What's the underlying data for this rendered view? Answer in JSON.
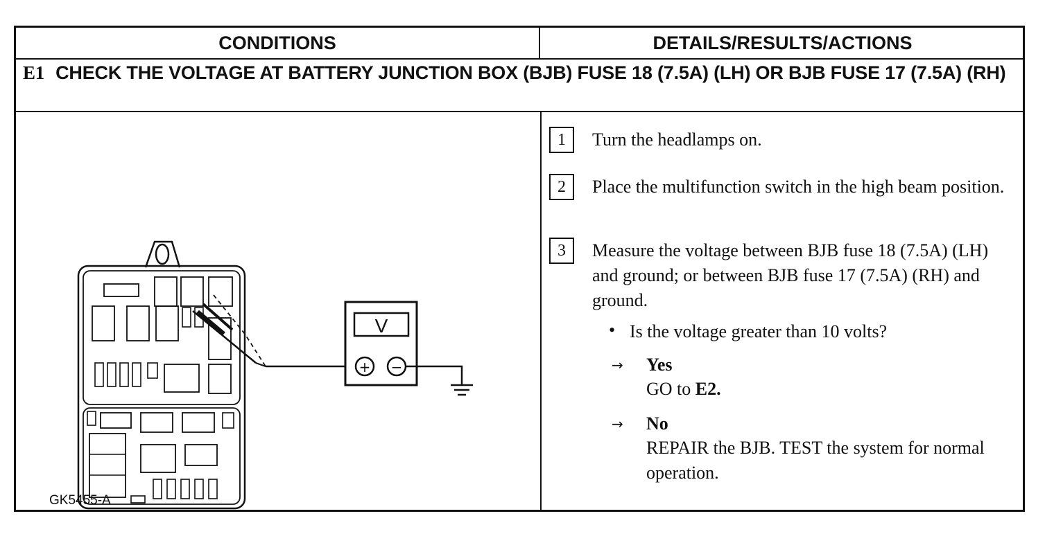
{
  "headers": {
    "conditions": "CONDITIONS",
    "details": "DETAILS/RESULTS/ACTIONS"
  },
  "test_step": {
    "id": "E1",
    "title": "CHECK THE VOLTAGE AT BATTERY JUNCTION BOX (BJB) FUSE 18 (7.5A) (LH) OR BJB FUSE 17 (7.5A) (RH)"
  },
  "figure": {
    "label": "GK5455-A",
    "meter_label": "V",
    "plus": "+",
    "minus": "−"
  },
  "steps": [
    {
      "num": "1",
      "text": "Turn the headlamps on."
    },
    {
      "num": "2",
      "text": "Place the multifunction switch in the high beam position."
    },
    {
      "num": "3",
      "text": "Measure the voltage between BJB fuse 18 (7.5A) (LH) and ground; or between BJB fuse 17 (7.5A) (RH) and ground."
    }
  ],
  "question": {
    "bullet": "•",
    "text": "Is the voltage greater than 10 volts?"
  },
  "answers": {
    "arrow": "→",
    "yes_label": "Yes",
    "yes_action_prefix": "GO to ",
    "yes_action_target": "E2.",
    "no_label": "No",
    "no_action": "REPAIR the BJB. TEST the system for normal operation."
  }
}
